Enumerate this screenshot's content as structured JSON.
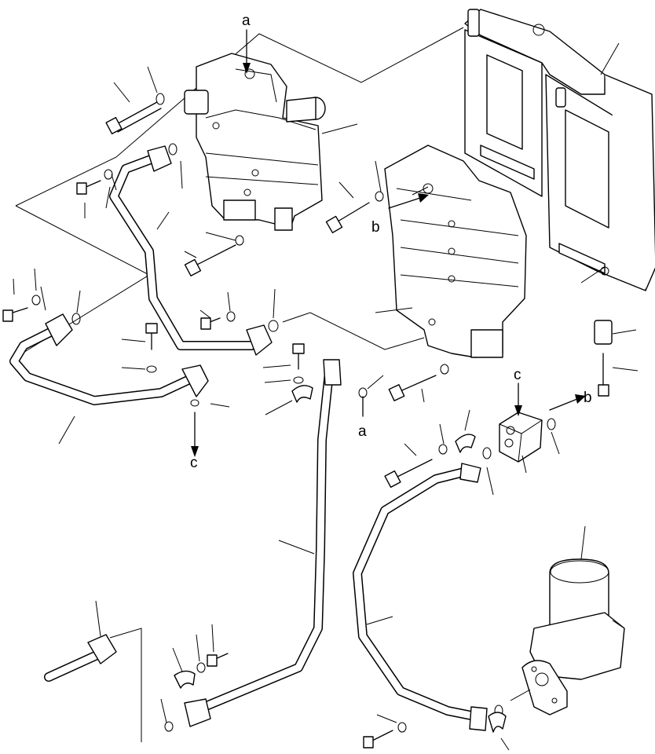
{
  "labels": {
    "a_top": "a",
    "a_bottom": "a",
    "b_left": "b",
    "b_right": "b",
    "c_left": "c",
    "c_right": "c"
  }
}
